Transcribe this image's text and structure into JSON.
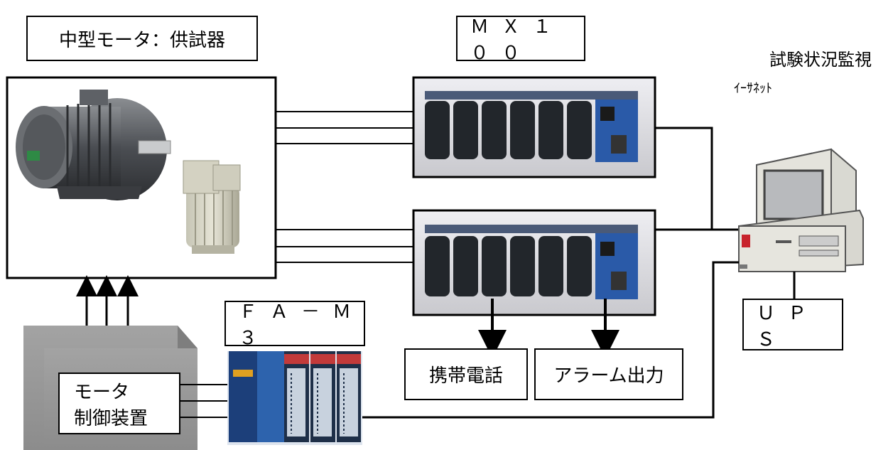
{
  "labels": {
    "test_motor": "中型モータ：供試器",
    "mx100": "ＭＸ１００",
    "ethernet": "ｲｰｻﾈｯﾄ",
    "monitoring": "試験状況監視",
    "fam3": "ＦＡ－Ｍ３",
    "ups": "ＵＰＳ",
    "mobile_phone": "携帯電話",
    "alarm_output": "アラーム出力",
    "motor_controller_line1": "モータ",
    "motor_controller_line2": "制御装置"
  },
  "colors": {
    "line": "#000000",
    "cabinet_front": "#9a9a9a",
    "cabinet_top": "#b8b8b8",
    "cabinet_side": "#7e7e7e",
    "module_navy": "#1c3f7a",
    "recorder_bg": "#dcdce0"
  }
}
